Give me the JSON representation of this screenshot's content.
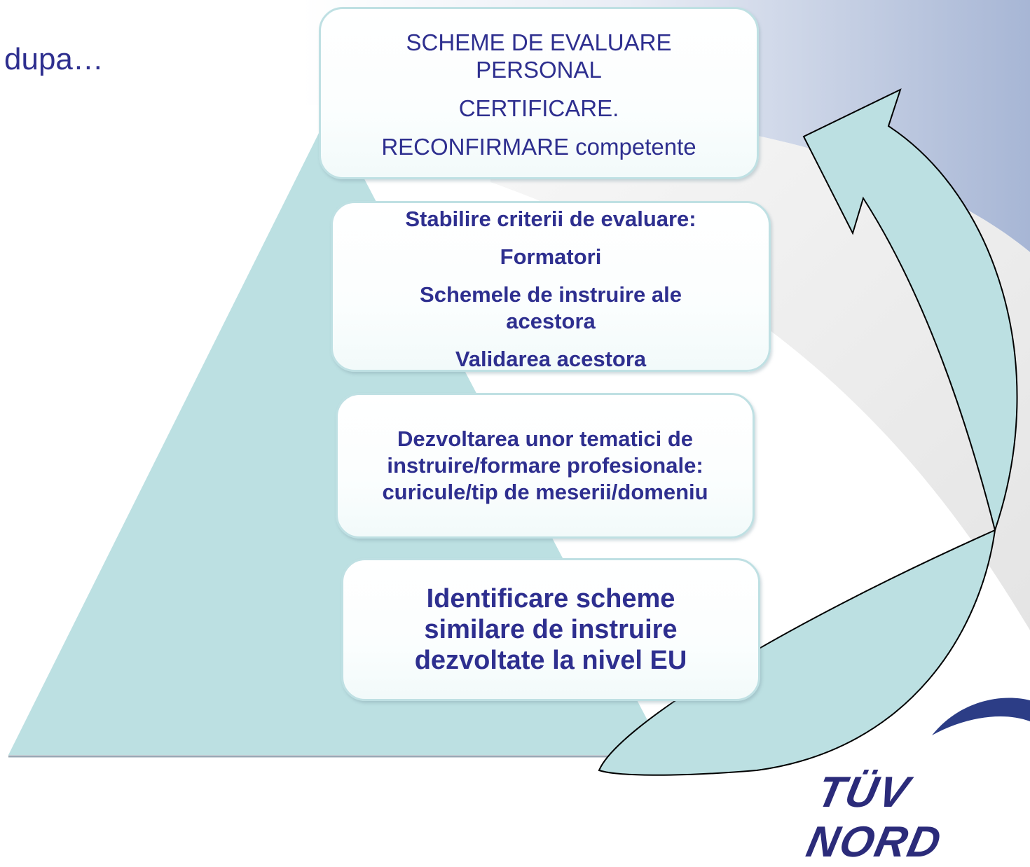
{
  "slide": {
    "title": "dupa…"
  },
  "pyramid": {
    "level1": {
      "line1": "SCHEME DE EVALUARE PERSONAL",
      "line2": "CERTIFICARE.",
      "line3": "RECONFIRMARE competente"
    },
    "level2": {
      "line1": "Stabilire criterii de evaluare:",
      "line2": "Formatori",
      "line3": "Schemele de instruire ale acestora",
      "line4": "Validarea acestora"
    },
    "level3": {
      "text": "Dezvoltarea unor tematici  de instruire/formare profesionale: curicule/tip de meserii/domeniu"
    },
    "level4": {
      "text": "Identificare scheme similare de instruire dezvoltate la nivel EU"
    }
  },
  "logo": {
    "text": "TÜV NORD"
  },
  "colors": {
    "pyramid_fill": "#bce0e2",
    "text": "#2e2f8f",
    "accent_band": "#a9b9d6"
  }
}
